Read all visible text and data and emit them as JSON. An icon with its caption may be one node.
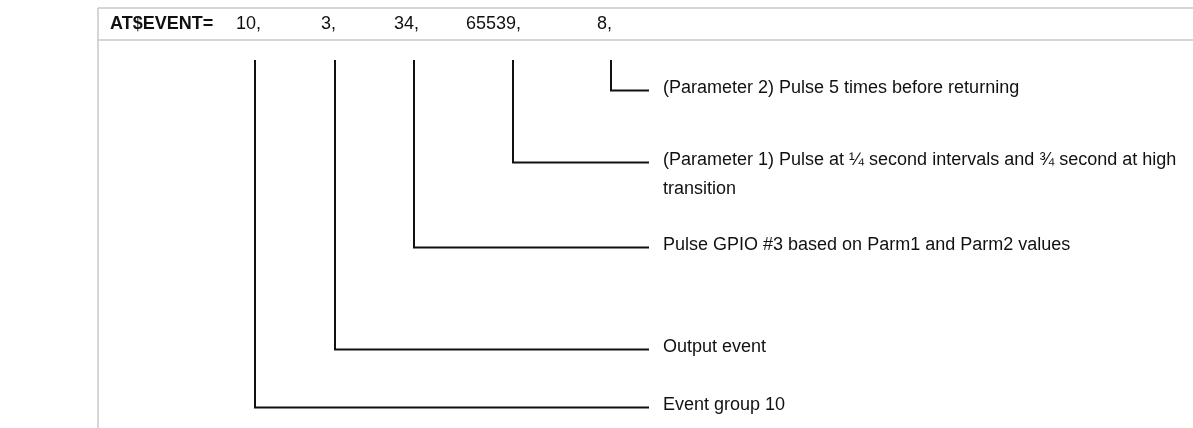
{
  "diagram": {
    "nodes": [
      {
        "text": [
          "10,"
        ]
      },
      {
        "text": [
          "3,"
        ]
      },
      {
        "text": [
          "34,"
        ]
      },
      {
        "text": [
          "65539,"
        ]
      },
      {
        "text": [
          "8,"
        ]
      },
      {
        "text": [
          "(Parameter 2) Pulse 5 times before returning"
        ]
      },
      {
        "text": [
          "(Parameter 1) Pulse at ¼ second intervals and ¾ second at high transition"
        ]
      },
      {
        "text": [
          "Pulse GPIO #3 based on Parm1 and Parm2 values"
        ]
      },
      {
        "text": [
          "Output event"
        ]
      },
      {
        "text": [
          "Event group 10"
        ]
      }
    ],
    "edges": [
      {
        "from": 4,
        "to": 5,
        "arrow": "none"
      },
      {
        "from": 3,
        "to": 6,
        "arrow": "none"
      },
      {
        "from": 2,
        "to": 7,
        "arrow": "none"
      },
      {
        "from": 1,
        "to": 8,
        "arrow": "none"
      },
      {
        "from": 0,
        "to": 9,
        "arrow": "none"
      }
    ],
    "labels": [
      "AT$EVENT="
    ]
  }
}
